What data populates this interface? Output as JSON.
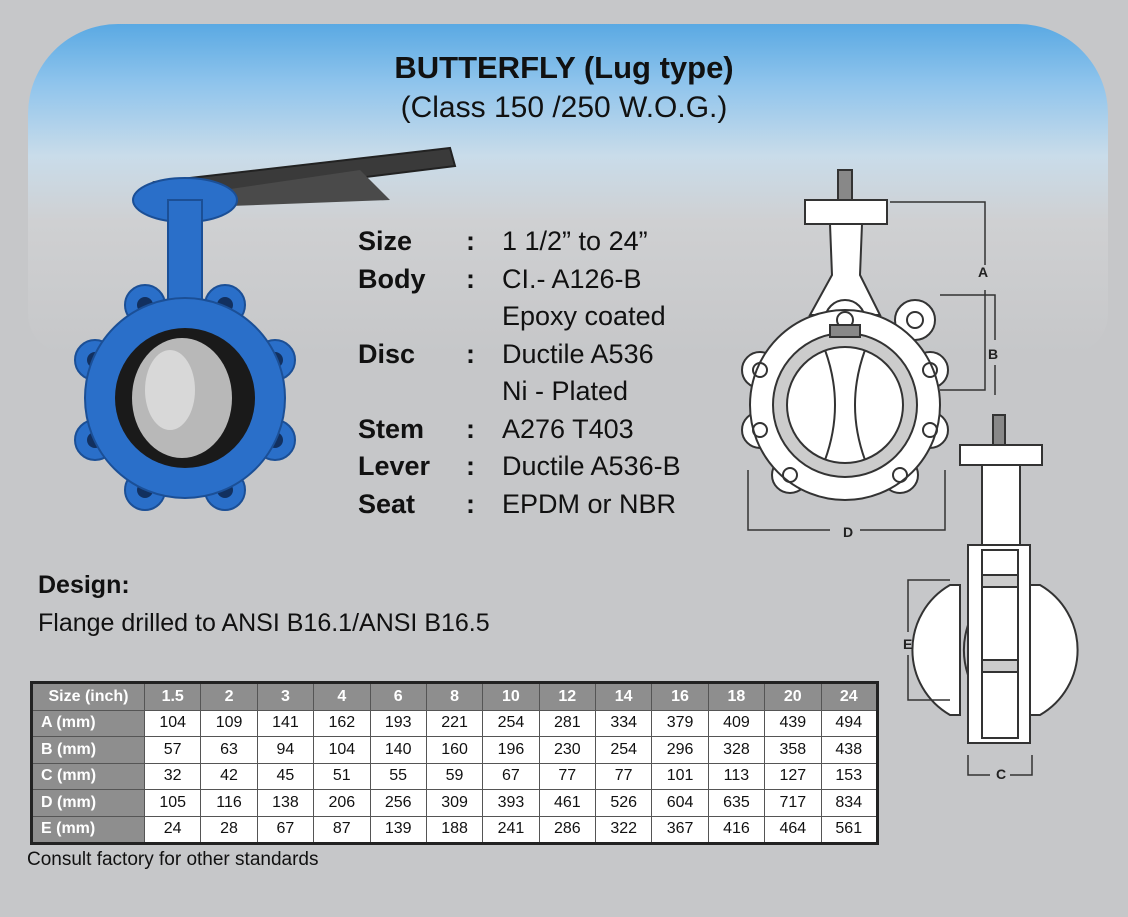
{
  "header": {
    "title": "BUTTERFLY (Lug type)",
    "subtitle": "(Class 150 /250 W.O.G.)"
  },
  "specs": [
    {
      "label": "Size",
      "sep": ":",
      "value": "1 1/2” to 24”"
    },
    {
      "label": "Body",
      "sep": ":",
      "value": "CI.- A126-B"
    },
    {
      "label": "",
      "sep": "",
      "value": "Epoxy coated"
    },
    {
      "label": "Disc",
      "sep": ":",
      "value": "Ductile A536"
    },
    {
      "label": "",
      "sep": "",
      "value": "Ni - Plated"
    },
    {
      "label": "Stem",
      "sep": ":",
      "value": "A276 T403"
    },
    {
      "label": "Lever",
      "sep": ":",
      "value": "Ductile A536-B"
    },
    {
      "label": "Seat",
      "sep": ":",
      "value": "EPDM or NBR"
    }
  ],
  "design": {
    "heading": "Design:",
    "text": "Flange drilled to ANSI B16.1/ANSI B16.5"
  },
  "diagram_labels": {
    "a": "A",
    "b": "B",
    "c": "C",
    "d": "D",
    "e": "E"
  },
  "table": {
    "header_label": "Size (inch)",
    "sizes": [
      "1.5",
      "2",
      "3",
      "4",
      "6",
      "8",
      "10",
      "12",
      "14",
      "16",
      "18",
      "20",
      "24"
    ],
    "rows": [
      {
        "label": "A (mm)",
        "values": [
          "104",
          "109",
          "141",
          "162",
          "193",
          "221",
          "254",
          "281",
          "334",
          "379",
          "409",
          "439",
          "494"
        ]
      },
      {
        "label": "B (mm)",
        "values": [
          "57",
          "63",
          "94",
          "104",
          "140",
          "160",
          "196",
          "230",
          "254",
          "296",
          "328",
          "358",
          "438"
        ]
      },
      {
        "label": "C (mm)",
        "values": [
          "32",
          "42",
          "45",
          "51",
          "55",
          "59",
          "67",
          "77",
          "77",
          "101",
          "113",
          "127",
          "153"
        ]
      },
      {
        "label": "D (mm)",
        "values": [
          "105",
          "116",
          "138",
          "206",
          "256",
          "309",
          "393",
          "461",
          "526",
          "604",
          "635",
          "717",
          "834"
        ]
      },
      {
        "label": "E (mm)",
        "values": [
          "24",
          "28",
          "67",
          "87",
          "139",
          "188",
          "241",
          "286",
          "322",
          "367",
          "416",
          "464",
          "561"
        ]
      }
    ]
  },
  "footnote": "Consult factory for other standards",
  "colors": {
    "valve_body": "#2a6fc9",
    "header_blue": "#5aa9e3",
    "table_header": "#8e8e8e"
  }
}
